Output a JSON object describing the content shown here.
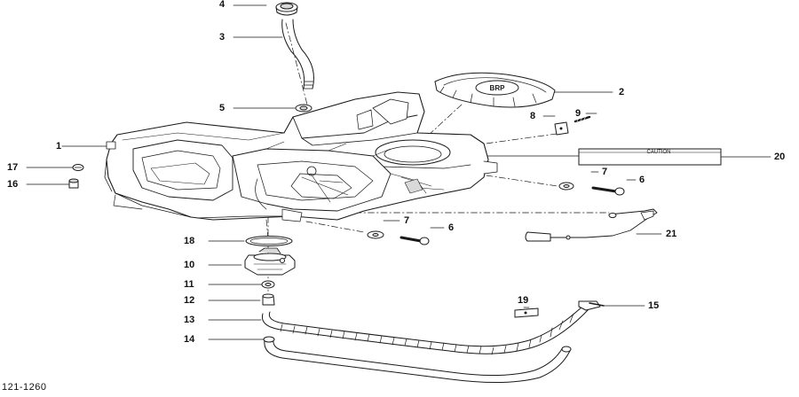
{
  "drawing_code": "121-1260",
  "callouts": {
    "c1": "1",
    "c2": "2",
    "c3": "3",
    "c4": "4",
    "c5": "5",
    "c6a": "6",
    "c6b": "6",
    "c7a": "7",
    "c7b": "7",
    "c8": "8",
    "c9": "9",
    "c10": "10",
    "c11": "11",
    "c12": "12",
    "c13": "13",
    "c14": "14",
    "c15": "15",
    "c16": "16",
    "c17": "17",
    "c18": "18",
    "c19": "19",
    "c20": "20",
    "c21": "21"
  },
  "parts": {
    "cap_logo": "BRP",
    "label_text": "CAUTION"
  },
  "colors": {
    "line": "#1a1a1a",
    "fill": "#ffffff",
    "shade": "#d9d9d9"
  }
}
